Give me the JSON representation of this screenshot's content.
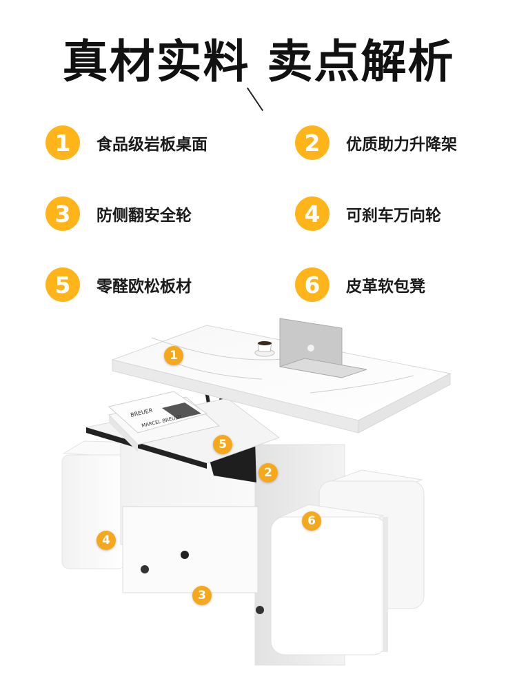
{
  "title": "真材实料 卖点解析",
  "features": [
    {
      "number": "1",
      "label": "食品级岩板桌面"
    },
    {
      "number": "2",
      "label": "优质助力升降架"
    },
    {
      "number": "3",
      "label": "防侧翻安全轮"
    },
    {
      "number": "4",
      "label": "可刹车万向轮"
    },
    {
      "number": "5",
      "label": "零醛欧松板材"
    },
    {
      "number": "6",
      "label": "皮革软包凳"
    }
  ],
  "product_markers": [
    "1",
    "2",
    "3",
    "4",
    "5",
    "6"
  ],
  "book_text": {
    "spine": "BREUER",
    "cover": "MARCEL BREUER"
  },
  "colors": {
    "accent": "#ffb51a",
    "marker": "#f6a81c",
    "title": "#111111"
  }
}
